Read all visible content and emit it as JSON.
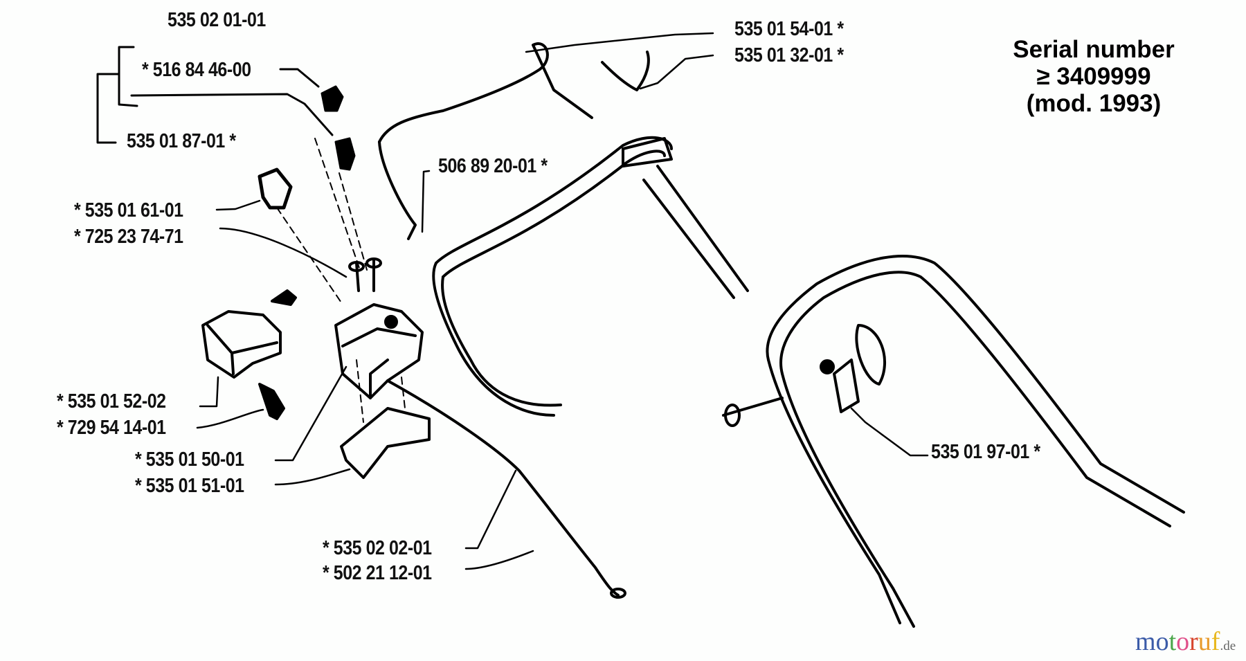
{
  "diagram": {
    "type": "exploded-parts-diagram",
    "serial_note": {
      "line1": "Serial number",
      "line2": "≥ 3409999",
      "line3": "(mod. 1993)"
    },
    "parts": [
      {
        "id": "p1",
        "number": "535 02 01-01",
        "marker": ""
      },
      {
        "id": "p2",
        "number": "516 84 46-00",
        "marker": "*"
      },
      {
        "id": "p3",
        "number": "535 01 87-01",
        "marker": "*"
      },
      {
        "id": "p4",
        "number": "535 01 61-01",
        "marker": "*"
      },
      {
        "id": "p5",
        "number": "725 23 74-71",
        "marker": "*"
      },
      {
        "id": "p6",
        "number": "506 89 20-01",
        "marker": "*"
      },
      {
        "id": "p7",
        "number": "535 01 52-02",
        "marker": "*"
      },
      {
        "id": "p8",
        "number": "729 54 14-01",
        "marker": "*"
      },
      {
        "id": "p9",
        "number": "535 01 50-01",
        "marker": "*"
      },
      {
        "id": "p10",
        "number": "535 01 51-01",
        "marker": "*"
      },
      {
        "id": "p11",
        "number": "535 02 02-01",
        "marker": "*"
      },
      {
        "id": "p12",
        "number": "502 21 12-01",
        "marker": "*"
      },
      {
        "id": "p13",
        "number": "535 01 54-01",
        "marker": "*"
      },
      {
        "id": "p14",
        "number": "535 01 32-01",
        "marker": "*"
      },
      {
        "id": "p15",
        "number": "535 01 97-01",
        "marker": "*"
      }
    ],
    "labels": {
      "p1": "535 02 01-01",
      "p2": "*  516 84 46-00",
      "p3": "535 01 87-01   *",
      "p4": "*  535 01 61-01",
      "p5": "*  725 23 74-71",
      "p6": "506 89 20-01   *",
      "p7": "*  535 01 52-02",
      "p8": "*  729 54 14-01",
      "p9": "*  535 01 50-01",
      "p10": "*  535 01 51-01",
      "p11": "*  535 02 02-01",
      "p12": "*  502 21 12-01",
      "p13": "535 01 54-01   *",
      "p14": "535 01 32-01   *",
      "p15": "535 01 97-01   *"
    }
  },
  "watermark": {
    "letters": [
      "m",
      "o",
      "t",
      "o",
      "r",
      "u",
      "f"
    ],
    "colors": [
      "#3b5ba8",
      "#3b5ba8",
      "#4aa64a",
      "#e0508a",
      "#e0508a",
      "#e89a2a",
      "#e8b820"
    ],
    "suffix": ".de"
  }
}
